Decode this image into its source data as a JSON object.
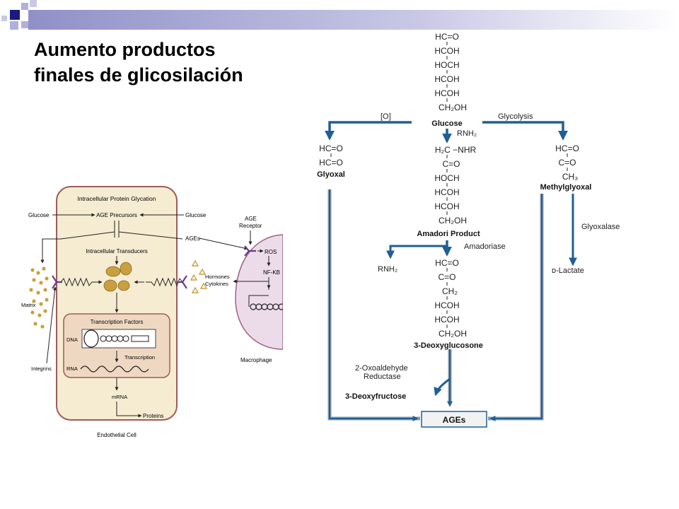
{
  "slide": {
    "title": "Aumento productos finales de glicosilación"
  },
  "left_figure": {
    "cell_title": "Intracellular Protein Glycation",
    "glucose_left": "Glucose",
    "glucose_right": "Glucose",
    "age_precursors": "AGE Precursors",
    "intracellular_transducers": "Intracellular Transducers",
    "ages": "AGEs",
    "age_receptor_line1": "AGE",
    "age_receptor_line2": "Receptor",
    "ros": "ROS",
    "nfkb": "NF-KB",
    "hormones": "Hormones",
    "cytokines": "Cytokines",
    "matrix": "Matrix",
    "integrins": "Integrins",
    "transcription_factors": "Transcription Factors",
    "dna": "DNA",
    "transcription": "Transcription",
    "rna": "RNA",
    "mrna": "mRNA",
    "proteins": "Proteins",
    "endothelial_cell": "Endothelial Cell",
    "macrophage": "Macrophage"
  },
  "right_figure": {
    "glucose_struct": [
      "HC=O",
      "HCOH",
      "HOCH",
      "HCOH",
      "HCOH",
      "CH₂OH"
    ],
    "oxidation_label": "[O]",
    "glucose": "Glucose",
    "glycolysis": "Glycolysis",
    "rnh2_in": "RNH₂",
    "glyoxal_struct": [
      "HC=O",
      "HC=O"
    ],
    "glyoxal": "Glyoxal",
    "amadori_struct": [
      "H₂C −NHR",
      "C=O",
      "HOCH",
      "HCOH",
      "HCOH",
      "CH₂OH"
    ],
    "amadori_product": "Amadori Product",
    "methylglyoxal_struct": [
      "HC=O",
      "C=O",
      "CH₃"
    ],
    "methylglyoxal": "Methylglyoxal",
    "glyoxalase": "Glyoxalase",
    "d_lactate": "ᴅ-Lactate",
    "amadoriase": "Amadoriase",
    "rnh2_out": "RNH₂",
    "deoxyglucosone_struct": [
      "HC=O",
      "C=O",
      "CH₂",
      "HCOH",
      "HCOH",
      "CH₂OH"
    ],
    "deoxyglucosone": "3-Deoxyglucosone",
    "reductase_line1": "2-Oxoaldehyde",
    "reductase_line2": "Reductase",
    "deoxyfructose": "3-Deoxyfructose",
    "ages": "AGEs"
  },
  "colors": {
    "accent_dark": "#1a1a80",
    "accent_light": "#b0b0dd",
    "cell_fill": "#f6ecd2",
    "cell_border": "#a05a5a",
    "macrophage_fill": "#ecdcea",
    "macrophage_border": "#a06080",
    "arrow_blue": "#1f5f95",
    "arrow_gray": "#8898a8",
    "golden": "#c8a040"
  }
}
